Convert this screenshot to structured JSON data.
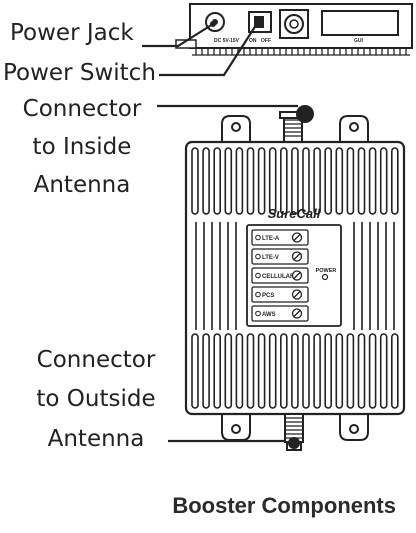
{
  "labels": {
    "power_jack": "Power Jack",
    "power_switch": "Power Switch",
    "connector_inside_line1": "Connector",
    "connector_inside_line2": "to Inside",
    "connector_inside_line3": "Antenna",
    "connector_outside_line1": "Connector",
    "connector_outside_line2": "to Outside",
    "connector_outside_line3": "Antenna"
  },
  "caption": "Booster Components",
  "device": {
    "brand": "SureCall",
    "top_panel": {
      "dc_label": "DC 5V-15V",
      "on_label": "ON",
      "off_label": "OFF",
      "gui_label": "GUI"
    },
    "bands": [
      "LTE-A",
      "LTE-V",
      "CELLULAR",
      "PCS",
      "AWS"
    ],
    "power_label": "POWER"
  }
}
